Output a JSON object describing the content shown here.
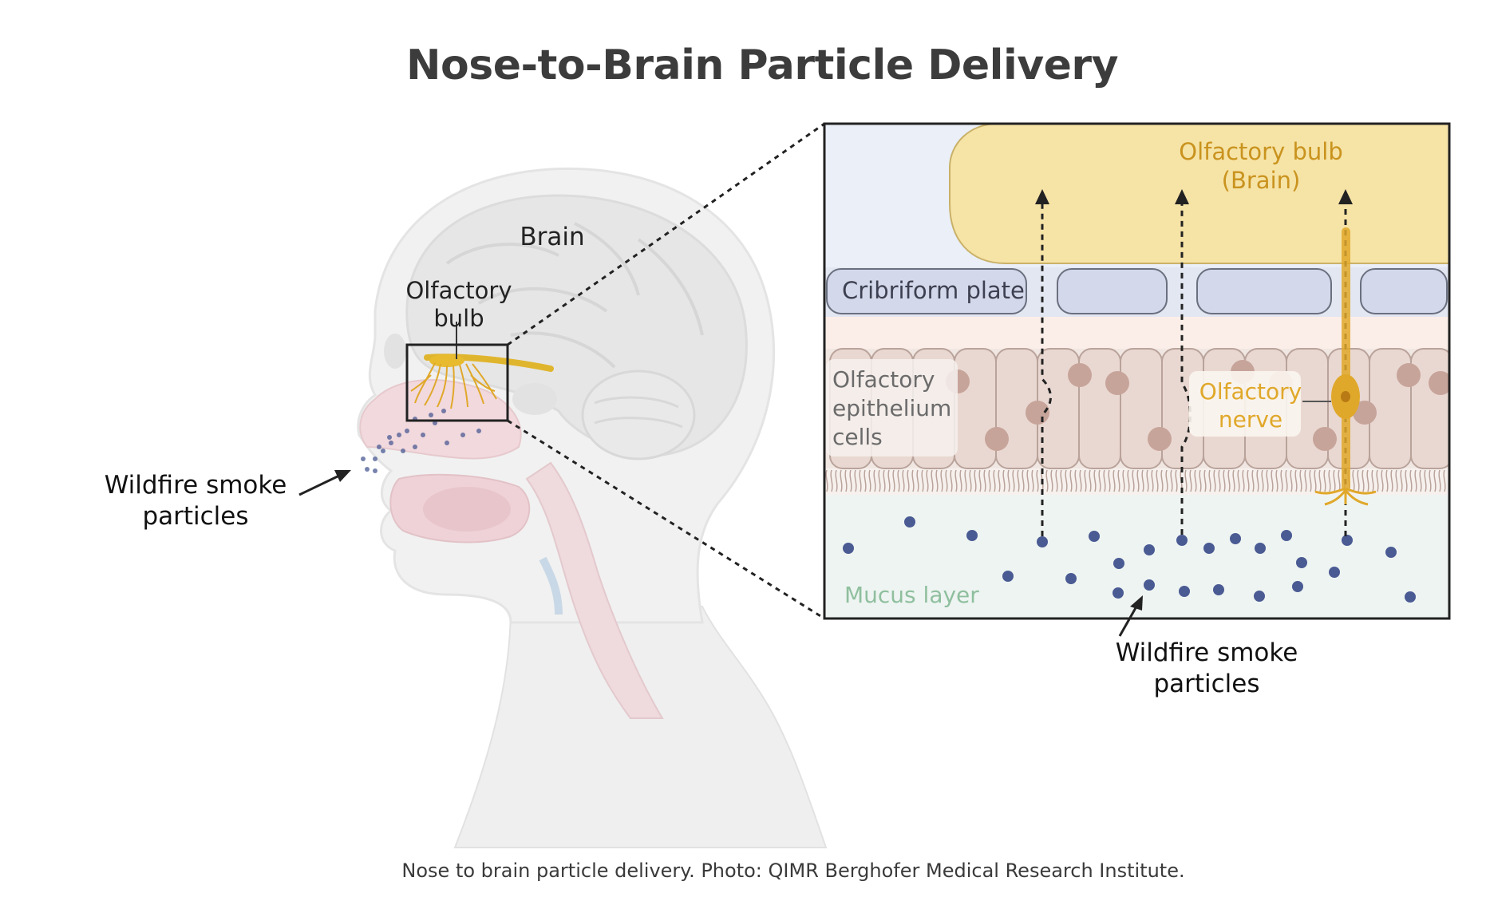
{
  "title": "Nose-to-Brain Particle Delivery",
  "caption": "Nose to brain particle delivery. Photo: QIMR Berghofer Medical Research Institute.",
  "head": {
    "brain_label": "Brain",
    "olfactory_bulb_label": [
      "Olfactory",
      "bulb"
    ],
    "smoke_label": [
      "Wildfire smoke",
      "particles"
    ]
  },
  "inset": {
    "olfactory_bulb_label": [
      "Olfactory bulb",
      "(Brain)"
    ],
    "cribriform_label": "Cribriform plate",
    "epithelium_label": [
      "Olfactory",
      "epithelium",
      "cells"
    ],
    "nerve_label": [
      "Olfactory",
      "nerve"
    ],
    "mucus_label": "Mucus layer",
    "smoke_label": [
      "Wildfire smoke",
      "particles"
    ]
  },
  "colors": {
    "title": "#3c3c3c",
    "bulb_fill": "#f6e3a6",
    "bulb_text": "#c9931e",
    "nerve": "#e0a82a",
    "plate_fill": "#d3d8ea",
    "mucus_text": "#8fbf9e",
    "particle": "#4a5a93",
    "epithelium_text": "#6b6b6b"
  }
}
